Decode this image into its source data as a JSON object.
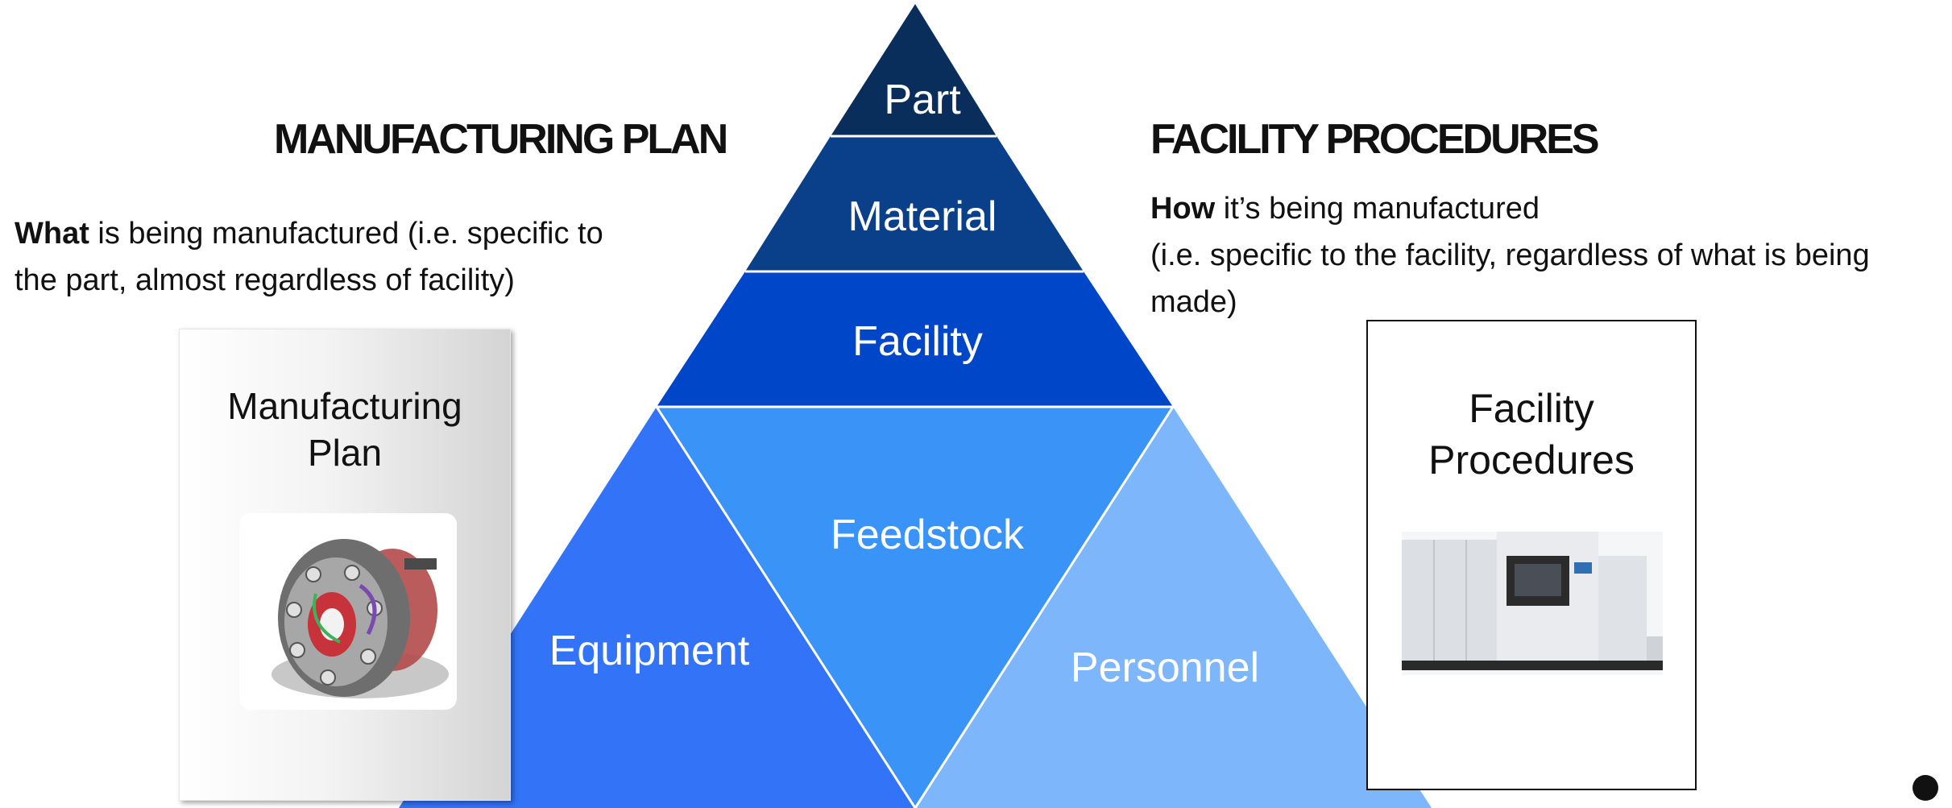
{
  "left_heading": "MANUFACTURING PLAN",
  "left_desc": {
    "bold": "What",
    "rest_line1": " is being manufactured   (i.e. specific to",
    "line2": "the part, almost regardless of facility)"
  },
  "left_doc_title": [
    "Manufacturing",
    "Plan"
  ],
  "right_heading": "FACILITY PROCEDURES",
  "right_desc": {
    "bold": "How",
    "rest_line1": " it’s being manufactured",
    "line2": "(i.e. specific to the facility, regardless of what is being",
    "line3": "made)"
  },
  "right_doc_title": [
    "Facility",
    "Procedures"
  ],
  "pyramid": {
    "part": "Part",
    "material": "Material",
    "facility": "Facility",
    "feedstock": "Feedstock",
    "equipment": "Equipment",
    "personnel": "Personnel"
  },
  "colors": {
    "part": "#0a2e5c",
    "material": "#0a3f8a",
    "facility": "#0046c8",
    "feedstock": "#3a93f6",
    "equipment": "#3273f7",
    "personnel": "#7db6fa"
  },
  "icons": {
    "left_image": "cad-assembly-image",
    "right_image": "3d-printer-machine-image",
    "bullet": "bullet-dot"
  }
}
